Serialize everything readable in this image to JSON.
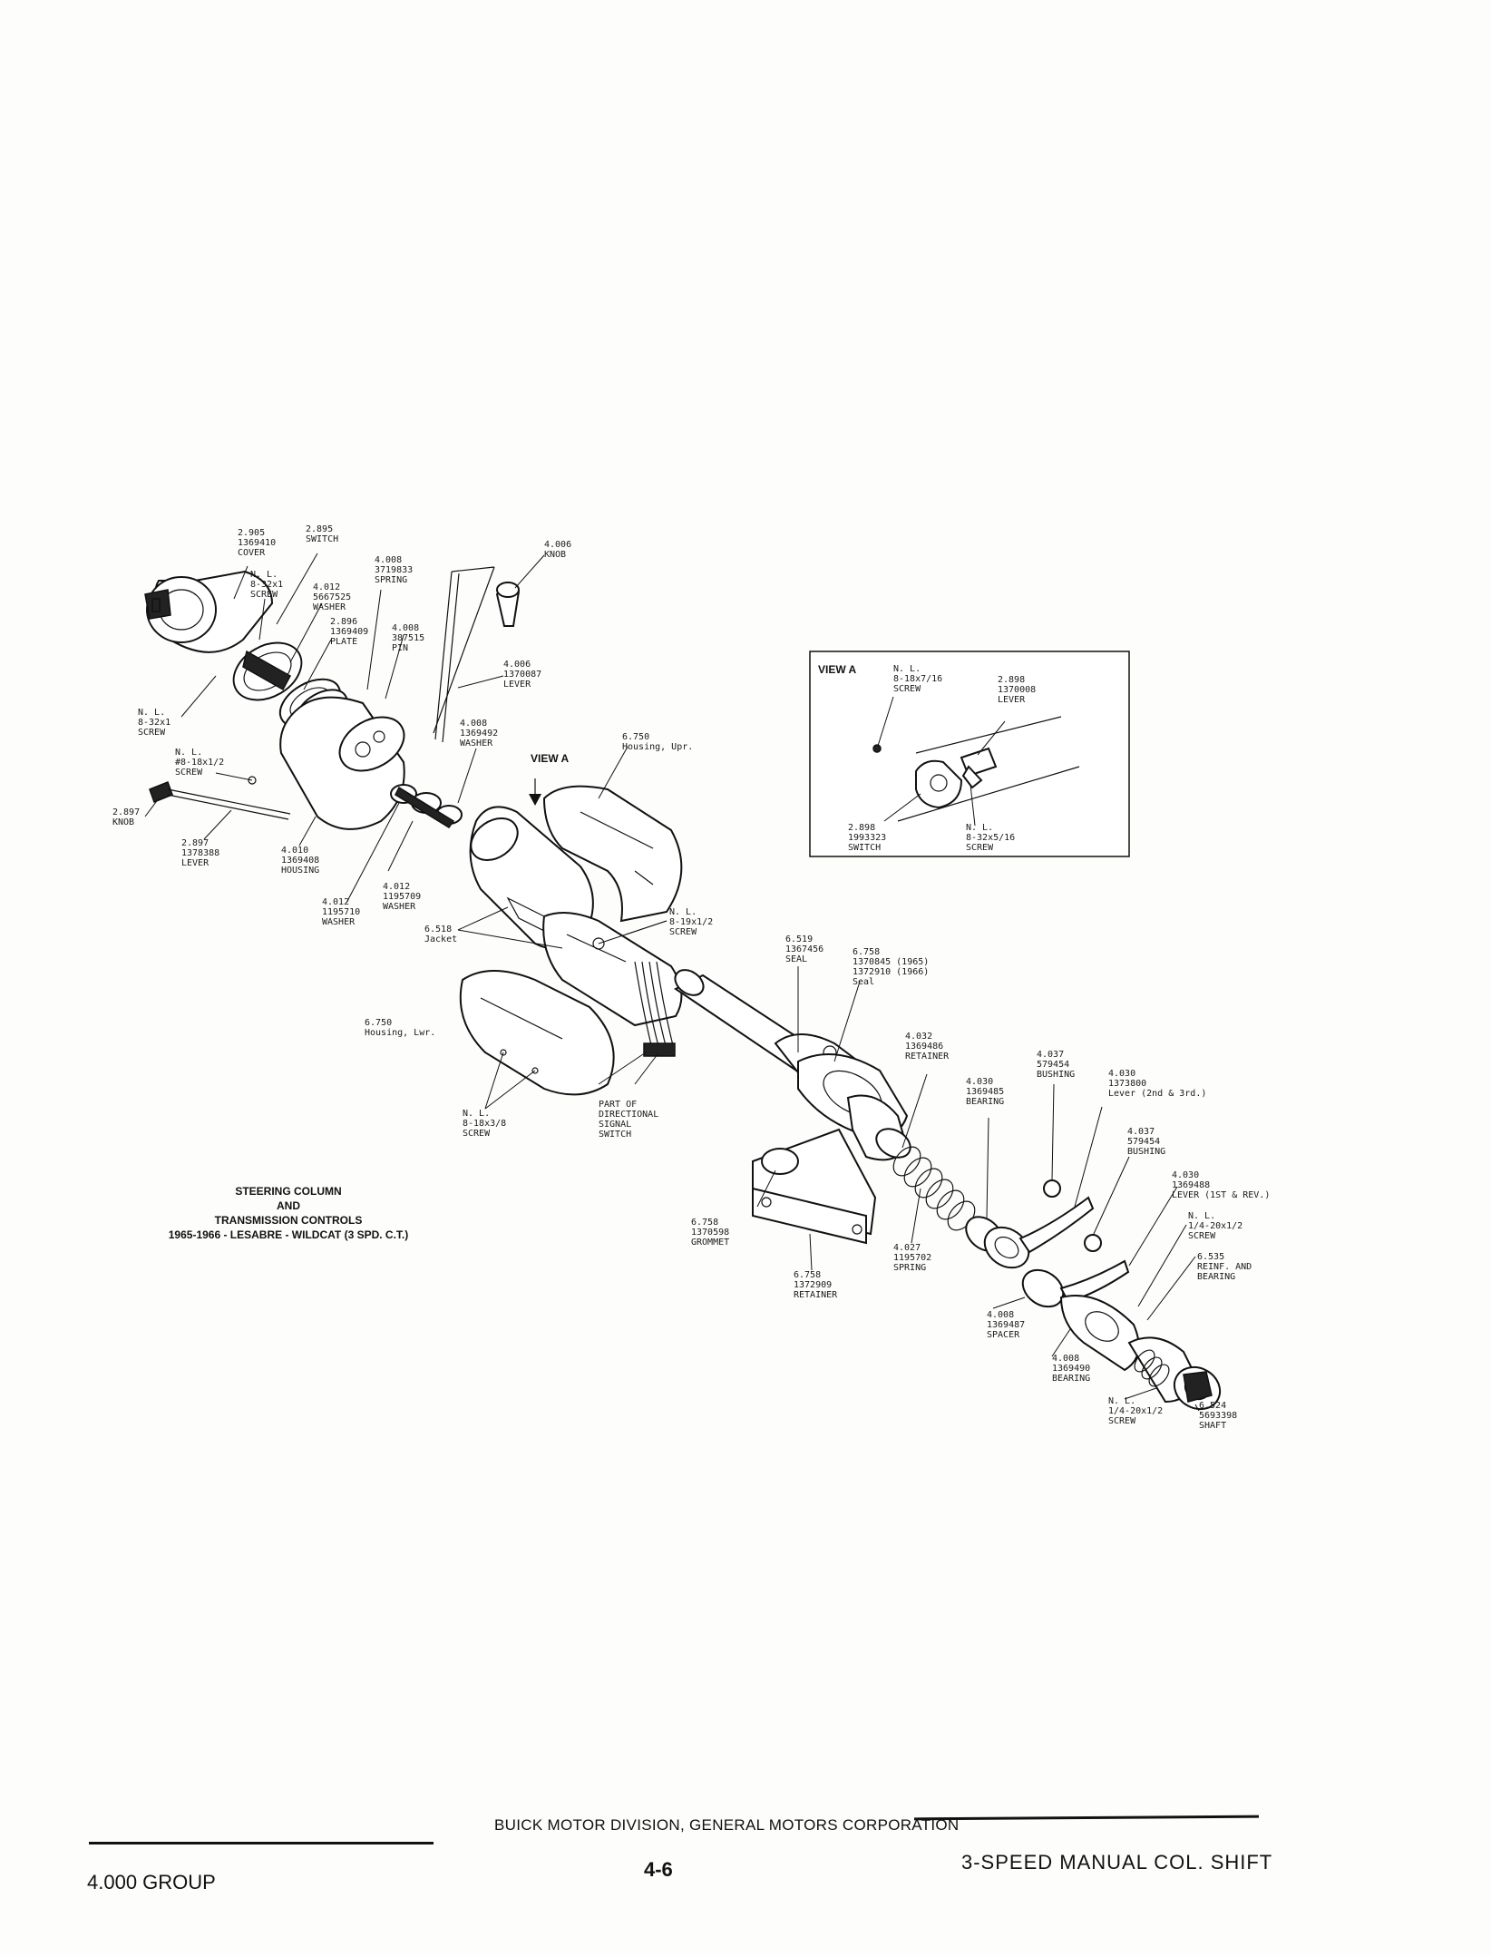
{
  "diagram_title": [
    "STEERING COLUMN",
    "AND",
    "TRANSMISSION CONTROLS",
    "1965-1966 - LESABRE - WILDCAT (3 SPD. C.T.)"
  ],
  "view_a_arrow_label": "VIEW A",
  "inset_title": "VIEW A",
  "callouts": [
    {
      "id": "c01",
      "lines": [
        "2.905",
        "1369410",
        "COVER"
      ]
    },
    {
      "id": "c02",
      "lines": [
        "2.895",
        "SWITCH"
      ]
    },
    {
      "id": "c03",
      "lines": [
        "N. L.",
        "8-32x1",
        "SCREW"
      ]
    },
    {
      "id": "c04",
      "lines": [
        "4.012",
        "5667525",
        "WASHER"
      ]
    },
    {
      "id": "c05",
      "lines": [
        "2.896",
        "1369409",
        "PLATE"
      ]
    },
    {
      "id": "c06",
      "lines": [
        "4.008",
        "3719833",
        "SPRING"
      ]
    },
    {
      "id": "c07",
      "lines": [
        "4.006",
        "KNOB"
      ]
    },
    {
      "id": "c08",
      "lines": [
        "4.008",
        "387515",
        "PIN"
      ]
    },
    {
      "id": "c09",
      "lines": [
        "4.006",
        "1370087",
        "LEVER"
      ]
    },
    {
      "id": "c10",
      "lines": [
        "N. L.",
        "8-32x1",
        "SCREW"
      ]
    },
    {
      "id": "c11",
      "lines": [
        "N. L.",
        "#8-18x1/2",
        "SCREW"
      ]
    },
    {
      "id": "c12",
      "lines": [
        "2.897",
        "KNOB"
      ]
    },
    {
      "id": "c13",
      "lines": [
        "2.897",
        "1378388",
        "LEVER"
      ]
    },
    {
      "id": "c14",
      "lines": [
        "4.010",
        "1369408",
        "HOUSING"
      ]
    },
    {
      "id": "c15",
      "lines": [
        "4.008",
        "1369492",
        "WASHER"
      ]
    },
    {
      "id": "c16",
      "lines": [
        "6.750",
        "Housing, Upr."
      ]
    },
    {
      "id": "c17",
      "lines": [
        "4.012",
        "1195709",
        "WASHER"
      ]
    },
    {
      "id": "c18",
      "lines": [
        "4.012",
        "1195710",
        "WASHER"
      ]
    },
    {
      "id": "c19",
      "lines": [
        "6.518",
        "Jacket"
      ]
    },
    {
      "id": "c20",
      "lines": [
        "N. L.",
        "8-19x1/2",
        "SCREW"
      ]
    },
    {
      "id": "c21",
      "lines": [
        "6.750",
        "Housing, Lwr."
      ]
    },
    {
      "id": "c22",
      "lines": [
        "N. L.",
        "8-18x3/8",
        "SCREW"
      ]
    },
    {
      "id": "c23",
      "lines": [
        "PART OF",
        "DIRECTIONAL",
        "SIGNAL",
        "SWITCH"
      ]
    },
    {
      "id": "c24",
      "lines": [
        "6.519",
        "1367456",
        "SEAL"
      ]
    },
    {
      "id": "c25",
      "lines": [
        "6.758",
        "1370845 (1965)",
        "1372910 (1966)",
        "Seal"
      ]
    },
    {
      "id": "c26",
      "lines": [
        "4.032",
        "1369486",
        "RETAINER"
      ]
    },
    {
      "id": "c27",
      "lines": [
        "4.037",
        "579454",
        "BUSHING"
      ]
    },
    {
      "id": "c28",
      "lines": [
        "4.030",
        "1369485",
        "BEARING"
      ]
    },
    {
      "id": "c29",
      "lines": [
        "4.030",
        "1373800",
        "Lever (2nd & 3rd.)"
      ]
    },
    {
      "id": "c30",
      "lines": [
        "4.037",
        "579454",
        "BUSHING"
      ]
    },
    {
      "id": "c31",
      "lines": [
        "4.030",
        "1369488",
        "LEVER (1ST & REV.)"
      ]
    },
    {
      "id": "c32",
      "lines": [
        "N. L.",
        "1/4-20x1/2",
        "SCREW"
      ]
    },
    {
      "id": "c33",
      "lines": [
        "6.535",
        "REINF. AND",
        "BEARING"
      ]
    },
    {
      "id": "c34",
      "lines": [
        "6.758",
        "1370598",
        "GROMMET"
      ]
    },
    {
      "id": "c35",
      "lines": [
        "4.027",
        "1195702",
        "SPRING"
      ]
    },
    {
      "id": "c36",
      "lines": [
        "6.758",
        "1372909",
        "RETAINER"
      ]
    },
    {
      "id": "c37",
      "lines": [
        "4.008",
        "1369487",
        "SPACER"
      ]
    },
    {
      "id": "c38",
      "lines": [
        "4.008",
        "1369490",
        "BEARING"
      ]
    },
    {
      "id": "c39",
      "lines": [
        "N. L.",
        "1/4-20x1/2",
        "SCREW"
      ]
    },
    {
      "id": "c40",
      "lines": [
        "6.524",
        "5693398",
        "SHAFT"
      ]
    },
    {
      "id": "c41",
      "lines": [
        "N. L.",
        "8-18x7/16",
        "SCREW"
      ]
    },
    {
      "id": "c42",
      "lines": [
        "2.898",
        "1370008",
        "LEVER"
      ]
    },
    {
      "id": "c43",
      "lines": [
        "2.898",
        "1993323",
        "SWITCH"
      ]
    },
    {
      "id": "c44",
      "lines": [
        "N. L.",
        "8-32x5/16",
        "SCREW"
      ]
    }
  ],
  "footer": {
    "division": "BUICK MOTOR DIVISION, GENERAL MOTORS CORPORATION",
    "group": "4.000 GROUP",
    "page": "4-6",
    "subject": "3-SPEED MANUAL COL. SHIFT"
  }
}
